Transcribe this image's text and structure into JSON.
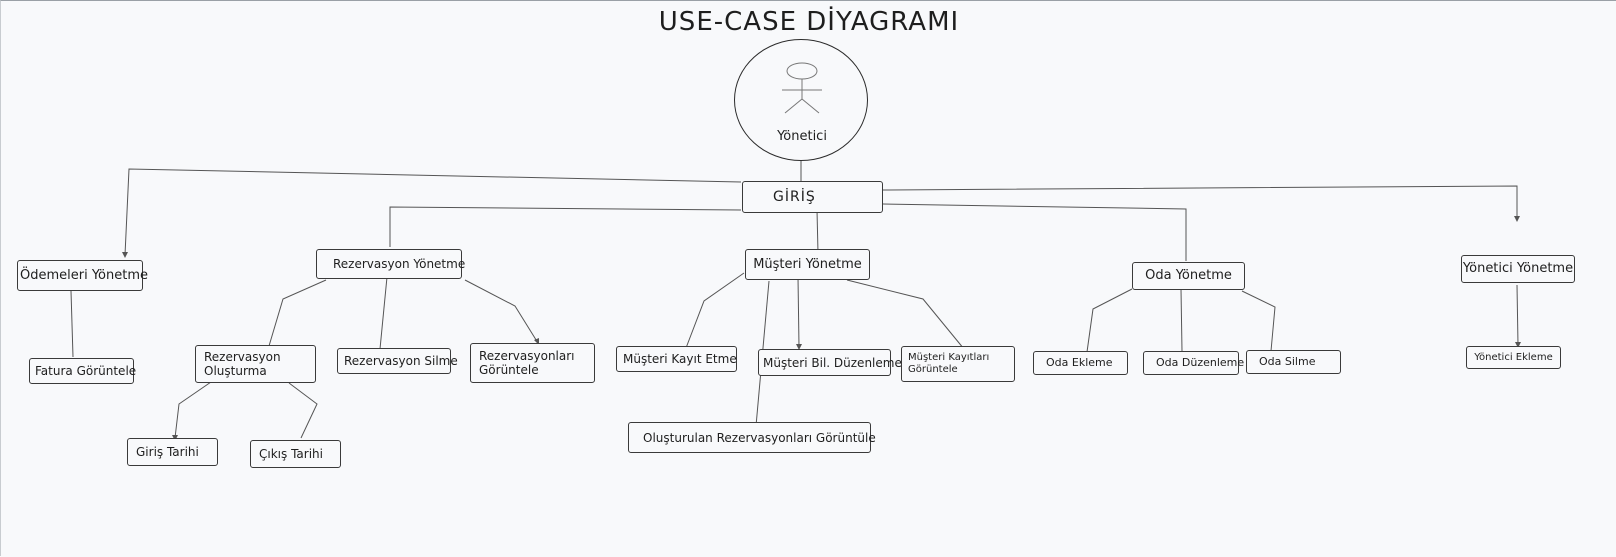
{
  "diagram": {
    "title": "USE-CASE DİYAGRAMI",
    "actor": {
      "label": "Yönetici",
      "icon": "stick-figure-icon"
    },
    "nodes": {
      "giris": "GİRİŞ",
      "odemeler": "Ödemeleri Yönetme",
      "fatura": "Fatura Görüntele",
      "rezervasyon_yonetme": "Rezervasyon Yönetme",
      "rezervasyon_olusturma": "Rezervasyon Oluşturma",
      "giris_tarihi": "Giriş Tarihi",
      "cikis_tarihi": "Çıkış Tarihi",
      "rezervasyon_silme": "Rezervasyon Silme",
      "rezervasyonlari_goruntele": "Rezervasyonları Görüntele",
      "musteri_yonetme": "Müşteri Yönetme",
      "musteri_kayit": "Müşteri Kayıt Etme",
      "musteri_bil": "Müşteri Bil. Düzenleme",
      "musteri_kayitlari": "Müşteri Kayıtları Görüntele",
      "olusturulan_rez": "Oluşturulan Rezervasyonları Görüntüle",
      "oda_yonetme": "Oda Yönetme",
      "oda_ekleme": "Oda Ekleme",
      "oda_duzenleme": "Oda Düzenleme",
      "oda_silme": "Oda Silme",
      "yonetici_yonetme": "Yönetici Yönetme",
      "yonetici_ekleme": "Yönetici Ekleme"
    },
    "colors": {
      "background": "#f8f9fb",
      "stroke": "#3a3a3a"
    }
  }
}
